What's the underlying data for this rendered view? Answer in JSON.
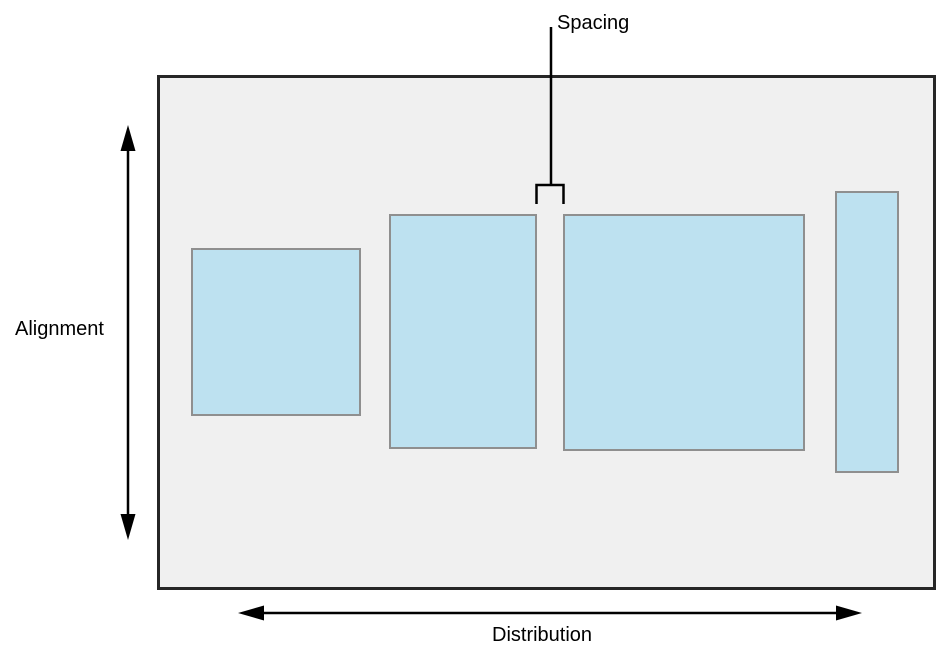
{
  "diagram": {
    "labels": {
      "spacing": "Spacing",
      "alignment": "Alignment",
      "distribution": "Distribution"
    },
    "colors": {
      "box_fill": "#bde1f0",
      "box_border": "#8f8f8f",
      "panel_fill": "#f0f0f0",
      "panel_border": "#262626",
      "annotation": "#000000",
      "background": "#ffffff"
    },
    "boxes": [
      {
        "name": "layout-box-1"
      },
      {
        "name": "layout-box-2"
      },
      {
        "name": "layout-box-3"
      },
      {
        "name": "layout-box-4"
      }
    ]
  }
}
